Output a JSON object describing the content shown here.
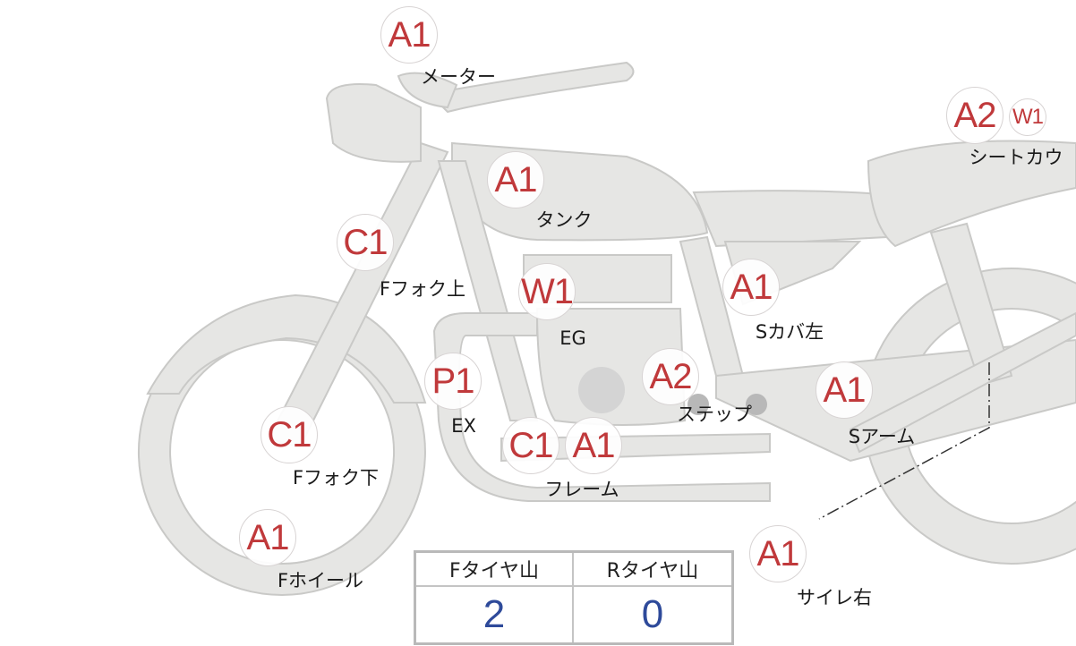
{
  "markers": [
    {
      "code": "A1",
      "label": "メーター"
    },
    {
      "code": "A1",
      "label": "タンク"
    },
    {
      "code": "C1",
      "label": "Fフォク上"
    },
    {
      "code": "W1",
      "label": "EG"
    },
    {
      "code": "A1",
      "label": "Sカバ左"
    },
    {
      "code": "P1",
      "label": "EX"
    },
    {
      "code": "A2",
      "label": "ステップ"
    },
    {
      "code": "A1",
      "label": "Sアーム"
    },
    {
      "code": "C1",
      "label": "Fフォク下"
    },
    {
      "code": "C1",
      "label": "フレーム"
    },
    {
      "code": "A1",
      "label": ""
    },
    {
      "code": "A1",
      "label": "Fホイール"
    },
    {
      "code": "A1",
      "label": "サイレ右"
    },
    {
      "code": "A2",
      "label": "シートカウ"
    },
    {
      "code": "W1",
      "label": ""
    }
  ],
  "tire_table": {
    "front_header": "Fタイヤ山",
    "rear_header": "Rタイヤ山",
    "front_value": "2",
    "rear_value": "0"
  },
  "colors": {
    "marker_text": "#c0393b",
    "body_fill": "#e6e6e4",
    "value_text": "#2e4a9a"
  }
}
